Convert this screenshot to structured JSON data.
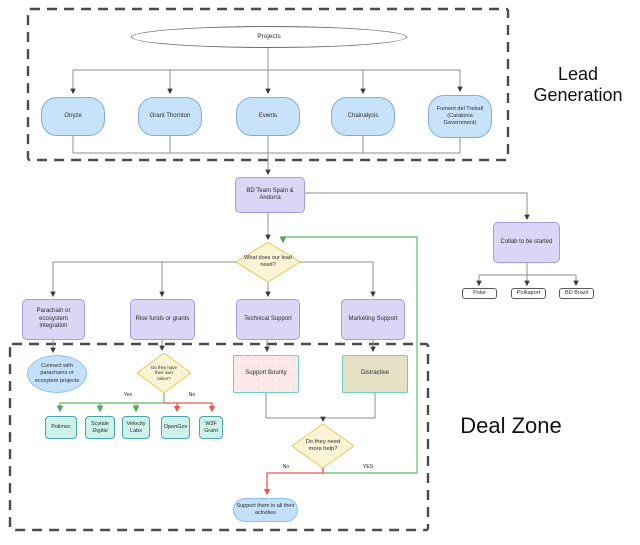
{
  "zones": {
    "lead_generation": {
      "label": "Lead Generation"
    },
    "deal_zone": {
      "label": "Deal Zone"
    }
  },
  "nodes": {
    "projects": "Projects",
    "onyze": "Onyze",
    "grant_thornton": "Grant Thornton",
    "events": "Events",
    "chainalysis": "Chainalysis",
    "foment": "Foment del Treball (Catalonia Government)",
    "bd_team": "BD Team Spain & Andorra",
    "collab": "Collab to be started",
    "poke": "Poke",
    "polkaport": "Polkaport",
    "bd_brazil": "BD Brazil",
    "lead_need": "What does our lead need?",
    "parachain": "Parachain or ecosystem integration",
    "rise_funds": "Rise funds or grants",
    "technical": "Technical Support",
    "marketing": "Marketing Support",
    "connect": "Connect with parachains or ecosytem projects",
    "token_q": "Do they have their own token?",
    "support_bounty": "Support Bounty",
    "distractive": "Distractive",
    "polimec": "Polimec",
    "scytale": "Scytale Digital",
    "velocity": "Velocity Labs",
    "opengov": "OpenGov",
    "w3f": "W3F Grant",
    "more_help": "Do they need more help?",
    "support_all": "Support them in all their activities"
  },
  "edge_labels": {
    "token_yes": "Yes",
    "token_no": "No",
    "help_no": "No",
    "help_yes": "YES"
  },
  "colors": {
    "node_blue": "#c8e2f9",
    "node_lavender": "#dbd5f6",
    "diamond_yellow": "#fcf4d5",
    "teal_box": "#cdf2ea",
    "pink_box": "#fbe9e9",
    "tan_box": "#e4dfc5",
    "edge_gray": "#8f8f8f",
    "edge_green": "#66bb6a",
    "edge_red": "#ef5350",
    "boundary_dash": "#4b4b4b"
  }
}
